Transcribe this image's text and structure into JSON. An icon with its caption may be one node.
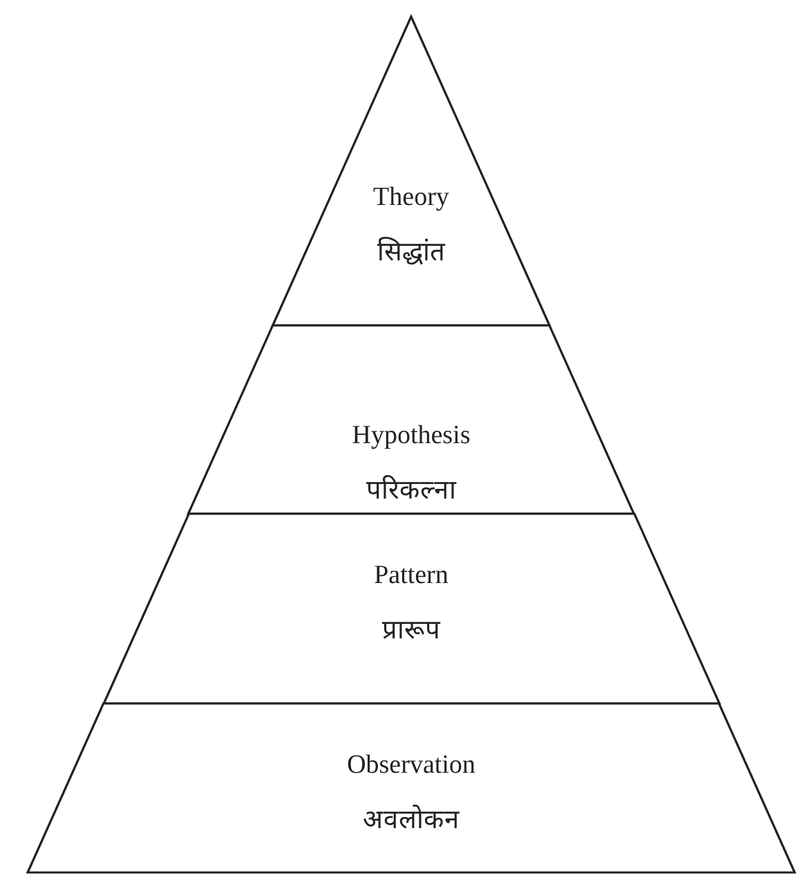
{
  "diagram": {
    "nodes": [
      {
        "text": [
          "Theory",
          "सिद्धांत"
        ]
      },
      {
        "text": [
          "Hypothesis",
          "परिकल्ना"
        ]
      },
      {
        "text": [
          "Pattern",
          "प्रारूप"
        ]
      },
      {
        "text": [
          "Observation",
          "अवलोकन"
        ]
      }
    ]
  }
}
